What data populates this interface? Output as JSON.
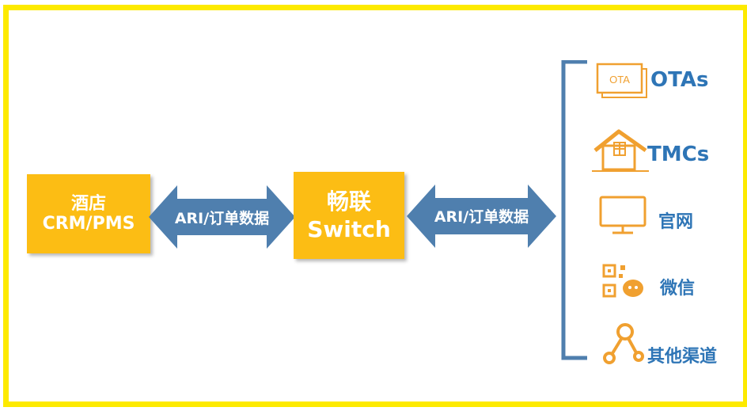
{
  "source_box": {
    "line1": "酒店",
    "line2": "CRM/PMS"
  },
  "hub_box": {
    "line1": "畅联",
    "line2": "Switch"
  },
  "arrow_left": {
    "label": "ARI/订单数据"
  },
  "arrow_right": {
    "label": "ARI/订单数据"
  },
  "channels": [
    {
      "label": "OTAs",
      "icon": "ota-icon",
      "icon_text": "OTA"
    },
    {
      "label": "TMCs",
      "icon": "house-icon"
    },
    {
      "label": "官网",
      "icon": "monitor-icon"
    },
    {
      "label": "微信",
      "icon": "wechat-qr-icon"
    },
    {
      "label": "其他渠道",
      "icon": "share-nodes-icon"
    }
  ],
  "colors": {
    "frame": "#fdea00",
    "box": "#fcbd14",
    "arrow": "#4f7fae",
    "channel_text": "#2e75b6",
    "icon": "#f0a030"
  }
}
